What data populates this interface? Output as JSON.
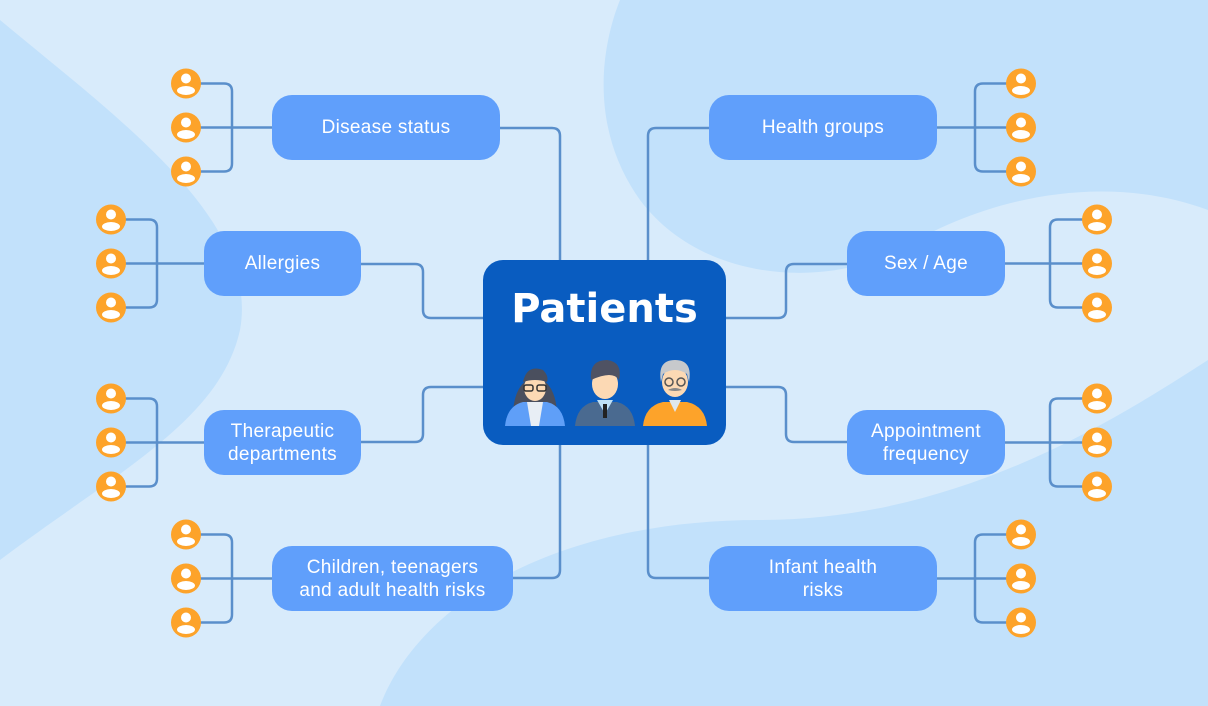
{
  "center": {
    "title": "Patients",
    "icons": [
      "woman-patient-icon",
      "man-patient-icon",
      "elderly-patient-icon"
    ]
  },
  "branches": [
    {
      "label": "Disease status",
      "side": "left"
    },
    {
      "label": "Allergies",
      "side": "left"
    },
    {
      "label": "Therapeutic\ndepartments",
      "side": "left"
    },
    {
      "label": "Children, teenagers\nand adult health risks",
      "side": "left"
    },
    {
      "label": "Health groups",
      "side": "right"
    },
    {
      "label": "Sex / Age",
      "side": "right"
    },
    {
      "label": "Appointment\nfrequency",
      "side": "right"
    },
    {
      "label": "Infant health\nrisks",
      "side": "right"
    }
  ],
  "colors": {
    "background": "#d8ebfb",
    "blob": "#c2e1fb",
    "branch": "#609ffb",
    "center": "#095cc0",
    "connector": "#5a8fcb",
    "person": "#fda32a"
  }
}
